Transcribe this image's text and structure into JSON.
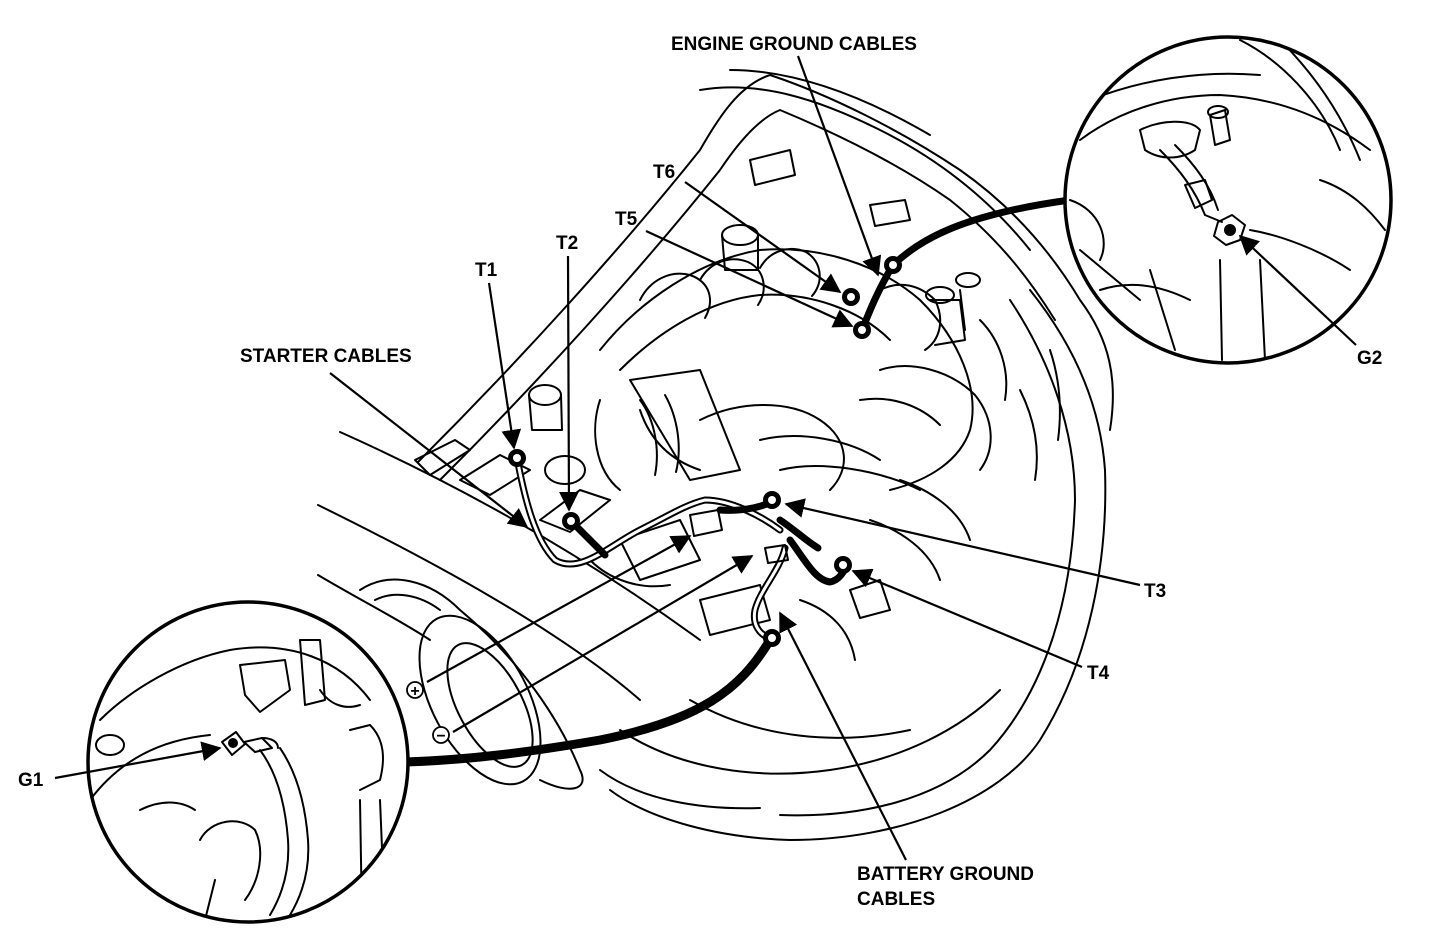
{
  "labels": {
    "engine_ground_cables": "ENGINE GROUND CABLES",
    "starter_cables": "STARTER CABLES",
    "battery_ground_cables_line1": "BATTERY GROUND",
    "battery_ground_cables_line2": "CABLES",
    "t1": "T1",
    "t2": "T2",
    "t3": "T3",
    "t4": "T4",
    "t5": "T5",
    "t6": "T6",
    "g1": "G1",
    "g2": "G2",
    "plus": "+",
    "minus": "−"
  }
}
